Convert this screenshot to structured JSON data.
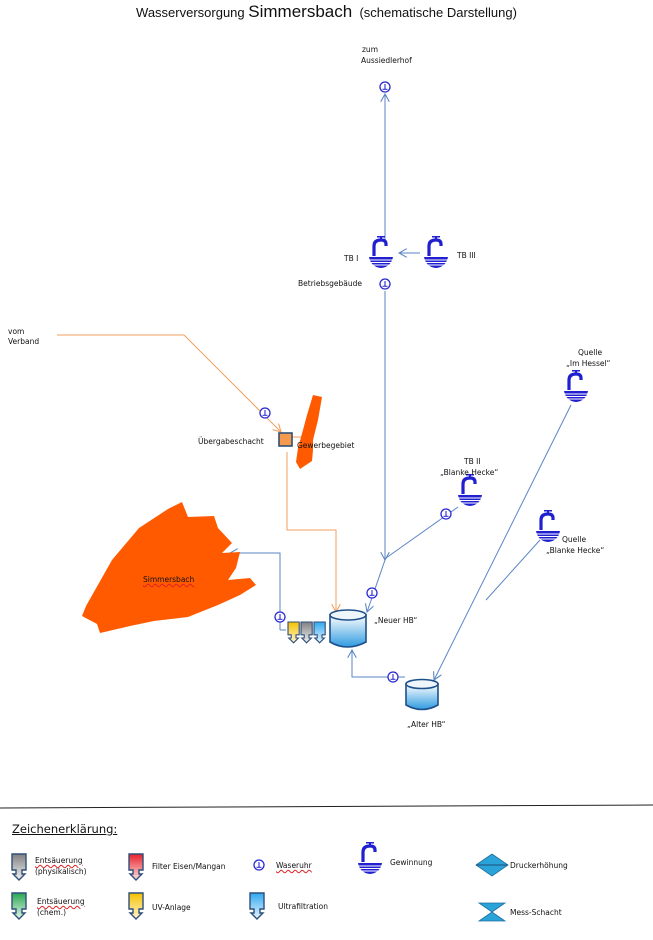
{
  "title": {
    "prefix": "Wasserversorgung",
    "place": "Simmersbach",
    "suffix": "(schematische Darstellung)"
  },
  "colors": {
    "pipe_blue": "#5b86c4",
    "pipe_orange": "#f0a060",
    "symbol_blue": "#2020d0",
    "area_orange": "#ff5a00",
    "shaft_fill": "#f59a4d",
    "shaft_border": "#2f4f7a",
    "tank_border": "#1f4f8a",
    "tank_water": "#4aa8e0",
    "legend_diamond": "#29a3d8"
  },
  "labels": {
    "zum": "zum",
    "aussiedlerhof": "Aussiedlerhof",
    "tb1": "TB I",
    "tb3": "TB III",
    "betriebsgebaeude": "Betriebsgebäude",
    "vom": "vom",
    "verband": "Verband",
    "uebergabeschacht": "Übergabeschacht",
    "gewerbegebiet": "Gewerbegebiet",
    "tb2_line1": "TB II",
    "tb2_line2": "„Blanke Hecke“",
    "quelle_hessel_line1": "Quelle",
    "quelle_hessel_line2": "„Im Hessel“",
    "quelle_blanke_line1": "Quelle",
    "quelle_blanke_line2": "„Blanke Hecke“",
    "simmersbach": "Simmersbach",
    "neuer_hb": "„Neuer HB“",
    "alter_hb": "„Alter HB“"
  },
  "legend": {
    "title": "Zeichenerklärung:",
    "items": [
      {
        "id": "entsaeuerung-phys",
        "line1": "Entsäuerung",
        "line2": "(physikalisch)",
        "icon": "filter-gray-icon",
        "color": "#8a8a8a"
      },
      {
        "id": "filter-eisen",
        "line1": "Filter Eisen/Mangan",
        "line2": "",
        "icon": "filter-red-icon",
        "color": "#e8202a"
      },
      {
        "id": "wasseruhr",
        "line1": "Waseruhr",
        "line2": "",
        "icon": "water-meter-icon",
        "color": "#2020d0"
      },
      {
        "id": "gewinnung",
        "line1": "Gewinnung",
        "line2": "",
        "icon": "well-tap-icon",
        "color": "#2020d0"
      },
      {
        "id": "druckerhoehung",
        "line1": "Druckerhöhung",
        "line2": "",
        "icon": "diamond-icon",
        "color": "#29a3d8"
      },
      {
        "id": "entsaeuerung-chem",
        "line1": "Entsäuerung",
        "line2": "(chem.)",
        "icon": "filter-green-icon",
        "color": "#2fb05a"
      },
      {
        "id": "uv-anlage",
        "line1": "UV-Anlage",
        "line2": "",
        "icon": "filter-yellow-icon",
        "color": "#f5c000"
      },
      {
        "id": "ultrafiltration",
        "line1": "Ultrafiltration",
        "line2": "",
        "icon": "filter-blue-icon",
        "color": "#40b0f0"
      },
      {
        "id": "mess-schacht",
        "line1": "Mess-Schacht",
        "line2": "",
        "icon": "hourglass-icon",
        "color": "#29a3d8"
      }
    ]
  }
}
